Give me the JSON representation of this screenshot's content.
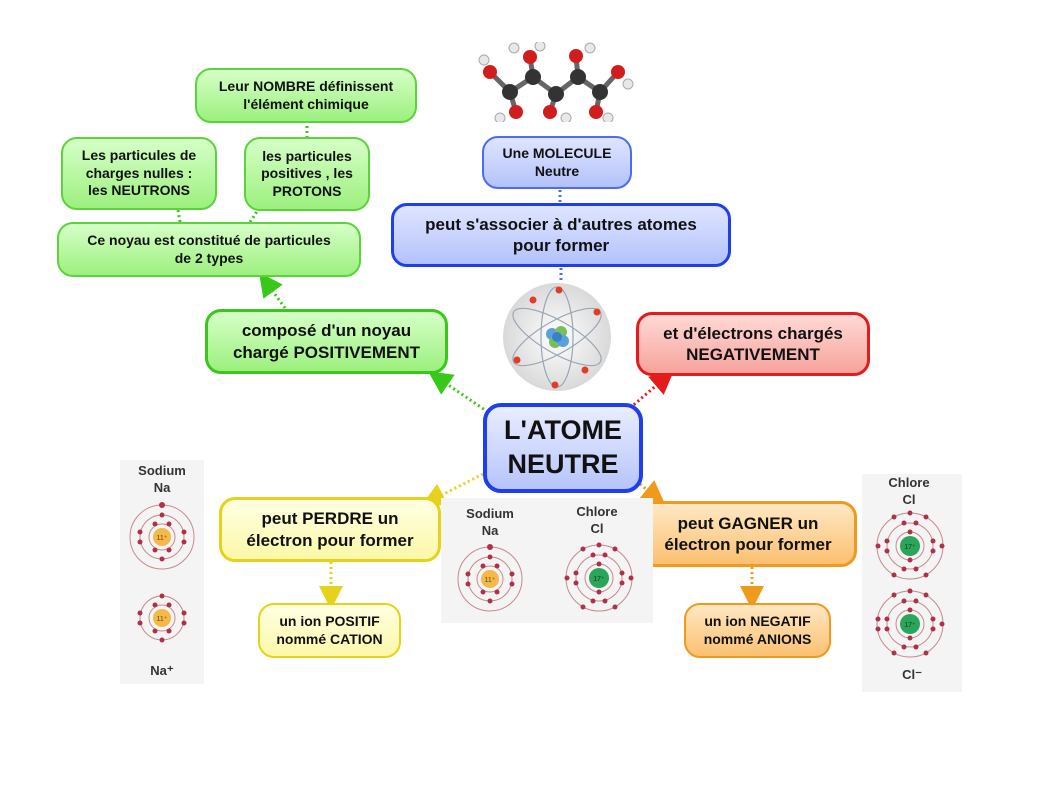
{
  "center": "L'ATOME\nNEUTRE",
  "nodes": {
    "compose": "composé d'un noyau\nchargé POSITIVEMENT",
    "noyau_types": "Ce noyau est constitué de particules\nde 2 types",
    "neutrons": "Les particules de\ncharges nulles :\nles  NEUTRONS",
    "protons": "les particules\npositives , les\nPROTONS",
    "nombre": "Leur NOMBRE définissent\nl'élément chimique",
    "associer": "peut s'associer à d'autres atomes\npour former",
    "molecule": "Une MOLECULE\nNeutre",
    "electrons": "et d'électrons chargés\nNEGATIVEMENT",
    "perdre": "peut PERDRE un\nélectron pour former",
    "cation": "un ion  POSITIF\nnommé CATION",
    "gagner": "peut GAGNER un\nélectron pour former",
    "anion": "un ion NEGATIF\nnommé ANIONS"
  },
  "images": {
    "left_title": "Sodium\nNa",
    "left_ion": "Na⁺",
    "mid_sodium": "Sodium\nNa",
    "mid_chlore": "Chlore\nCl",
    "right_title": "Chlore\nCl",
    "right_ion": "Cl⁻",
    "sodium_charge": "11⁺",
    "chlore_charge": "17⁺"
  },
  "colors": {
    "green": "#37c81a",
    "blue": "#1e3ef0",
    "red": "#e41b1b",
    "yellow": "#e6d21a",
    "orange": "#f09a1d",
    "electron": "#b0304a",
    "sodium_nucleus": "#f5b94a",
    "chlore_nucleus": "#2aa55a"
  }
}
